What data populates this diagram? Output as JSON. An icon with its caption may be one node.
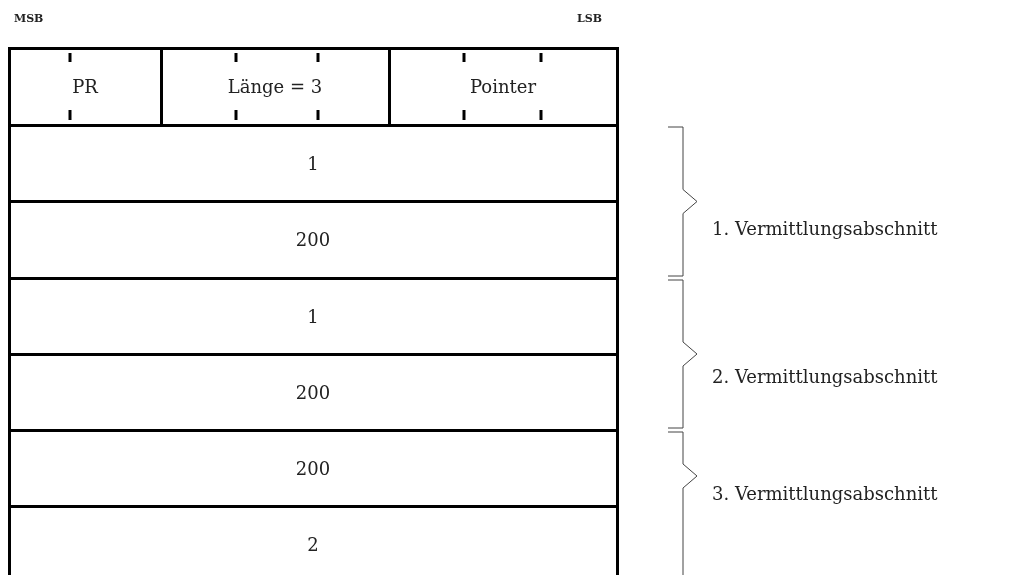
{
  "diagram": {
    "nodes": [
      {
        "text": [
          "PR"
        ]
      },
      {
        "text": [
          "Länge = 3"
        ]
      },
      {
        "text": [
          "Pointer"
        ]
      },
      {
        "text": [
          "1"
        ]
      },
      {
        "text": [
          "200"
        ]
      },
      {
        "text": [
          "1"
        ]
      },
      {
        "text": [
          "200"
        ]
      },
      {
        "text": [
          "200"
        ]
      },
      {
        "text": [
          "2"
        ]
      }
    ],
    "labels": [
      "MSB",
      "LSB",
      "1. Vermittlungsabschnitt",
      "2. Vermittlungsabschnitt",
      "3. Vermittlungsabschnitt"
    ]
  }
}
